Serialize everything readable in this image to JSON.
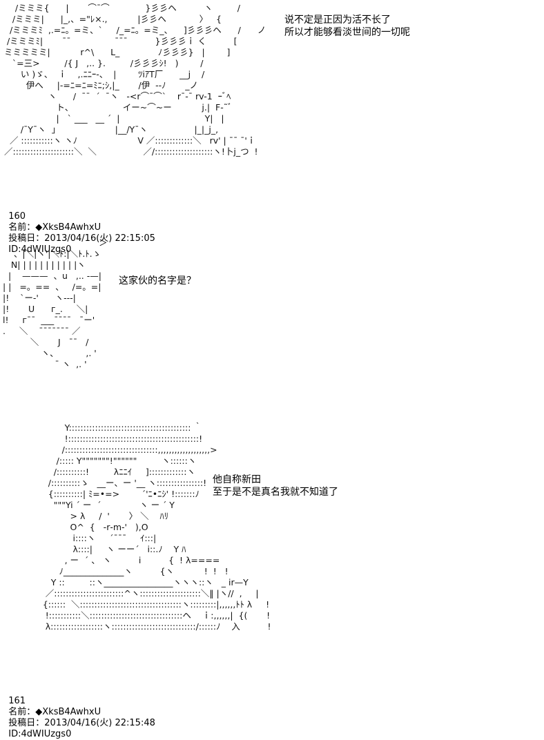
{
  "art": {
    "figure_1": [
      "    /ミミミ{      |       ⌒¯⌒             }彡彡ヘ          ヽ         /",
      "   /ミミミ|      |_,、=\"ﾚ×.,           |彡彡ヘ            〉   {",
      "  /ミミミﾐ  ,.=ﾆ。=ミ、`     /_=ﾆ。=ミ_、    ]彡彡彡ヘ      /      ノ",
      " /ミミミﾐ|       ¯¯                ¯¯¯          }彡彡彡ｉ く          [",
      "ミミミミミ|           r^\\      L_              ﾉ彡彡彡}   |        ]",
      "   `=三>         /{ J   ,.. }.         /彡彡彡ｼ!   )        /",
      "      い )ゞ、  ｉ    ,.ﾆﾆｰ-、  |        ﾂiｱT厂      __j    /",
      "        伊へ     |-=ﾆ=ﾆ=ﾐﾆ;ｼ,|_       /伊  --ﾉ       _ノ",
      "                ヽ      /  ¯¯  ˊ  ¯ヽ   -<r⌒¯⌒`    r¯-¯ rv-1  ｰﾞﾍ",
      "                   ト、                  イー~⌒~ー           j.|  F-˜ﾞ",
      "                   |   ` ___   __ ˊ  |                               Y|   |",
      "      /¯Y¯ヽ  」                    |__/Y¯ヽ                 |_|_j_,",
      "  ／ :::::::::::ヽ ヽﾉ                      V ／:::::::::::::＼   rv' | ¯¯ ¯'ｉ",
      "／:::::::::::::::::::::＼  ＼                 ／/::::::::::::::::::::ヽ!卜j_つ  !"
    ],
    "figure_2": [
      "                                   ＞",
      "    、|＼|ヽ'|＼ﾄ:|＼ﾄ.ﾄ.ゝ",
      "   N| | | | | | | | | | |ヽ",
      "  |    ———  、u   ,.. -—|",
      "| |   =。==  、   /=。=|",
      "|!    `ー‐'      ヽ--‐|",
      "|!       U      г_.     ＼|",
      "l!     г¯¯  ___¯¯¯¯   ¯ー'",
      ".     ＼    ¯¯¯¯¯¯¯ ／",
      "          ＼       J   ¯¯   /",
      "              ヽ、          ,. '",
      "                   ¯ ヽ  ,. '"
    ],
    "figure_3": [
      "               Y:::::::::::::::::::::::::::::::::::::::::: ｀",
      "               !:::::::::::::::::::::::::::::::::::::::::::::!",
      "              /::::::::::::::::::::::::::::::::,,,,,,,,,,,,,,,,,,,>",
      "            /::::: Y\"\"\"\"\"\"\"!\"\"\"\"\"\"         ヽ::::::ヽ",
      "           /::::::::::!         λﾆﾆｲ     ]:::::::::::::ヽ",
      "         /::::::::::ゝ   __ー、ー '__ ヽ::::::::::::::::!",
      "         {::::::::::| ﾐ=•=>        ˊ'ﾆ•ﾆｼ' !:::::::ﾉ",
      "           \"\"\"Yi ˊ ー  ˊ              ヽ ー ˊ Y",
      "                 > λ     /  '       〉 ＼    ﾊﾘ",
      "                 O^  {   -r‐m-'   ),O",
      "                  i::::ヽ     ˊ¯¯¯     ｲ:::|",
      "                  λ::::|     ヽ ーーˊ   i::.ﾉ    Y ﾊ",
      "               , ー  ´ 、 ヽ          i          {  ! λ====",
      "             ﾉ______________ヽ          {ヽ           !  !   !",
      "          Y ::         ::ヽ________________ヽヽヽ::ヽ   _ ir—Y",
      "        ／::::::::::::::::::::::::^ヽ:::::::::::::::::::::＼‖ |ヽ//  ,     |",
      "       {::::::  ＼:::::::::::::::::::::::::::::::::::ヽ:::::::::|,,,,,,ﾄﾄ λ     !",
      "        !:::::::::::＼::::::::::::::::::::::::::::::::ヘ    ｉ:,,,,,,|  {(       !",
      "        λ::::::::::::::::::ヽ:::::::::::::::::::::::::::::/::::::ﾉ    入          !"
    ]
  },
  "dialog": {
    "line_1": "说不定是正因为活不长了",
    "line_2": "所以才能够看淡世间的一切呢",
    "line_3": "这家伙的名字是？",
    "line_4": "他自称新田",
    "line_5": "至于是不是真名我就不知道了"
  },
  "posts": [
    {
      "number": "160",
      "name_label": "名前：",
      "trip": "◆XksB4AwhxU",
      "date_label": "投稿日：",
      "datetime": "2013/04/16(火) 22:15:05",
      "id": "ID:4dWIUzgs0"
    },
    {
      "number": "161",
      "name_label": "名前：",
      "trip": "◆XksB4AwhxU",
      "date_label": "投稿日：",
      "datetime": "2013/04/16(火) 22:15:48",
      "id": "ID:4dWIUzgs0"
    }
  ],
  "colors": {
    "background": "#ffffff",
    "text": "#000000"
  }
}
